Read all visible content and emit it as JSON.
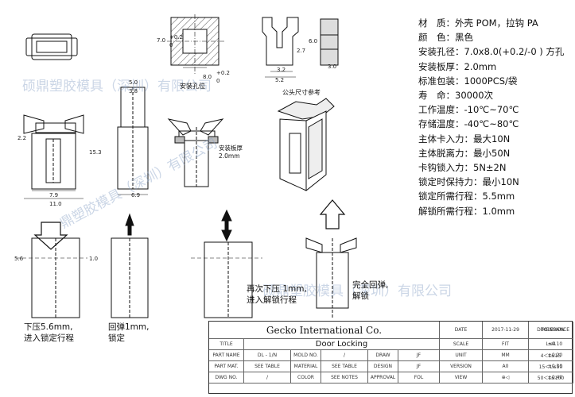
{
  "specs": [
    {
      "label": "材　质",
      "value": "外壳 POM，拉钩 PA"
    },
    {
      "label": "颜　色",
      "value": "黑色"
    },
    {
      "label": "安装孔径",
      "value": "7.0x8.0(+0.2/-0 ) 方孔"
    },
    {
      "label": "安装板厚",
      "value": "2.0mm"
    },
    {
      "label": "标准包装",
      "value": "1000PCS/袋"
    },
    {
      "label": "寿　命",
      "value": "30000次"
    },
    {
      "label": "工作温度",
      "value": "-10℃~70℃"
    },
    {
      "label": "存储温度",
      "value": "-40℃~80℃"
    },
    {
      "label": "主体卡入力",
      "value": "最大10N"
    },
    {
      "label": "主体脱离力",
      "value": "最小50N"
    },
    {
      "label": "卡钩锁入力",
      "value": "5N±2N"
    },
    {
      "label": "锁定时保持力",
      "value": "最小10N"
    },
    {
      "label": "锁定所需行程",
      "value": "5.5mm"
    },
    {
      "label": "解锁所需行程",
      "value": "1.0mm"
    }
  ],
  "labels": {
    "mount_hole": "安装孔位",
    "plate_thickness": "安装板厚",
    "plate_value": "2.0mm",
    "male_ref": "公头尺寸参考"
  },
  "dims": {
    "d_7": "7.0",
    "d_tol_top": "+0.2",
    "d_tol_bot": "0",
    "d_8": "8.0",
    "d_8_tol_top": "+0.2",
    "d_8_tol_bot": "0",
    "d_6": "6.0",
    "d_27": "2.7",
    "d_32": "3.2",
    "d_52": "5.2",
    "d_30": "3.0",
    "d_50": "5.0",
    "d_38": "3.8",
    "d_22": "2.2",
    "d_153": "15.3",
    "d_79": "7.9",
    "d_110": "11.0",
    "d_69": "6.9",
    "d_56": "5.6",
    "d_10": "1.0"
  },
  "notes": {
    "step1": "下压5.6mm,\n进入锁定行程",
    "step2": "回弹1mm,\n锁定",
    "step3": "再次下压 1mm,\n进入解锁行程",
    "step4": "完全回弹,\n解锁"
  },
  "watermarks": [
    "硕鼎塑胶模具（深圳）有限公司",
    "硕鼎塑胶模具（深圳）有限公司",
    "鼎塑胶模具（深圳）有限公司"
  ],
  "title_block": {
    "company": "Gecko  International  Co.",
    "date_label": "DATE",
    "date_value": "2017-11-29",
    "dimension_label": "DIMENSION",
    "tolerance_label": "TOLERANCE",
    "title_label": "TITLE",
    "title_value": "Door Locking",
    "scale_label": "SCALE",
    "scale_value": "FIT",
    "r1_dim": "L≤4",
    "r1_tol": "±0.10",
    "part_name_label": "PART NAME",
    "part_name_value": "DL - 1/N",
    "mold_label": "MOLD NO.",
    "mold_value": "/",
    "draw_label": "DRAW",
    "draw_value": "JF",
    "unit_label": "UNIT",
    "unit_value": "MM",
    "r2_dim": "4＜L≤15",
    "r2_tol": "±0.20",
    "part_mat_label": "PART MAT.",
    "part_mat_value": "SEE TABLE",
    "material_label": "MATERIAL",
    "material_value": "SEE TABLE",
    "design_label": "DESIGN",
    "design_value": "JF",
    "version_label": "VERSION",
    "version_value": "A0",
    "r3_dim": "15＜L≤50",
    "r3_tol": "±0.30",
    "dwg_label": "DWG NO.",
    "dwg_value": "/",
    "color_label": "COLOR",
    "color_value": "SEE NOTES",
    "approval_label": "APPROVAL",
    "approval_value": "FOL",
    "view_label": "VIEW",
    "r4_dim": "50＜L≤100",
    "r4_tol": "±0.40"
  }
}
